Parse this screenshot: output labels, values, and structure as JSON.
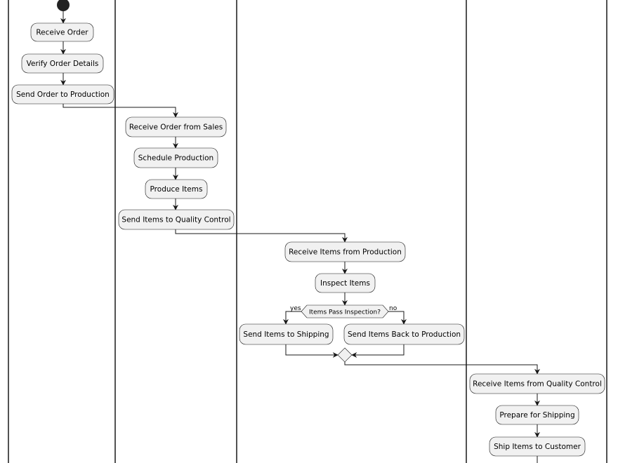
{
  "nodes": {
    "receive_order": "Receive Order",
    "verify_order_details": "Verify Order Details",
    "send_order_to_production": "Send Order to Production",
    "receive_order_from_sales": "Receive Order from Sales",
    "schedule_production": "Schedule Production",
    "produce_items": "Produce Items",
    "send_items_to_quality_control": "Send Items to Quality Control",
    "receive_items_from_production": "Receive Items from Production",
    "inspect_items": "Inspect Items",
    "send_items_to_shipping": "Send Items to Shipping",
    "send_items_back_to_production": "Send Items Back to Production",
    "receive_items_from_quality_control": "Receive Items from Quality Control",
    "prepare_for_shipping": "Prepare for Shipping",
    "ship_items_to_customer": "Ship Items to Customer"
  },
  "decision": {
    "question": "Items Pass Inspection?",
    "yes_label": "yes",
    "no_label": "no"
  },
  "colors": {
    "node_fill": "#f1f1f1",
    "stroke": "#181818",
    "start_fill": "#222222"
  }
}
